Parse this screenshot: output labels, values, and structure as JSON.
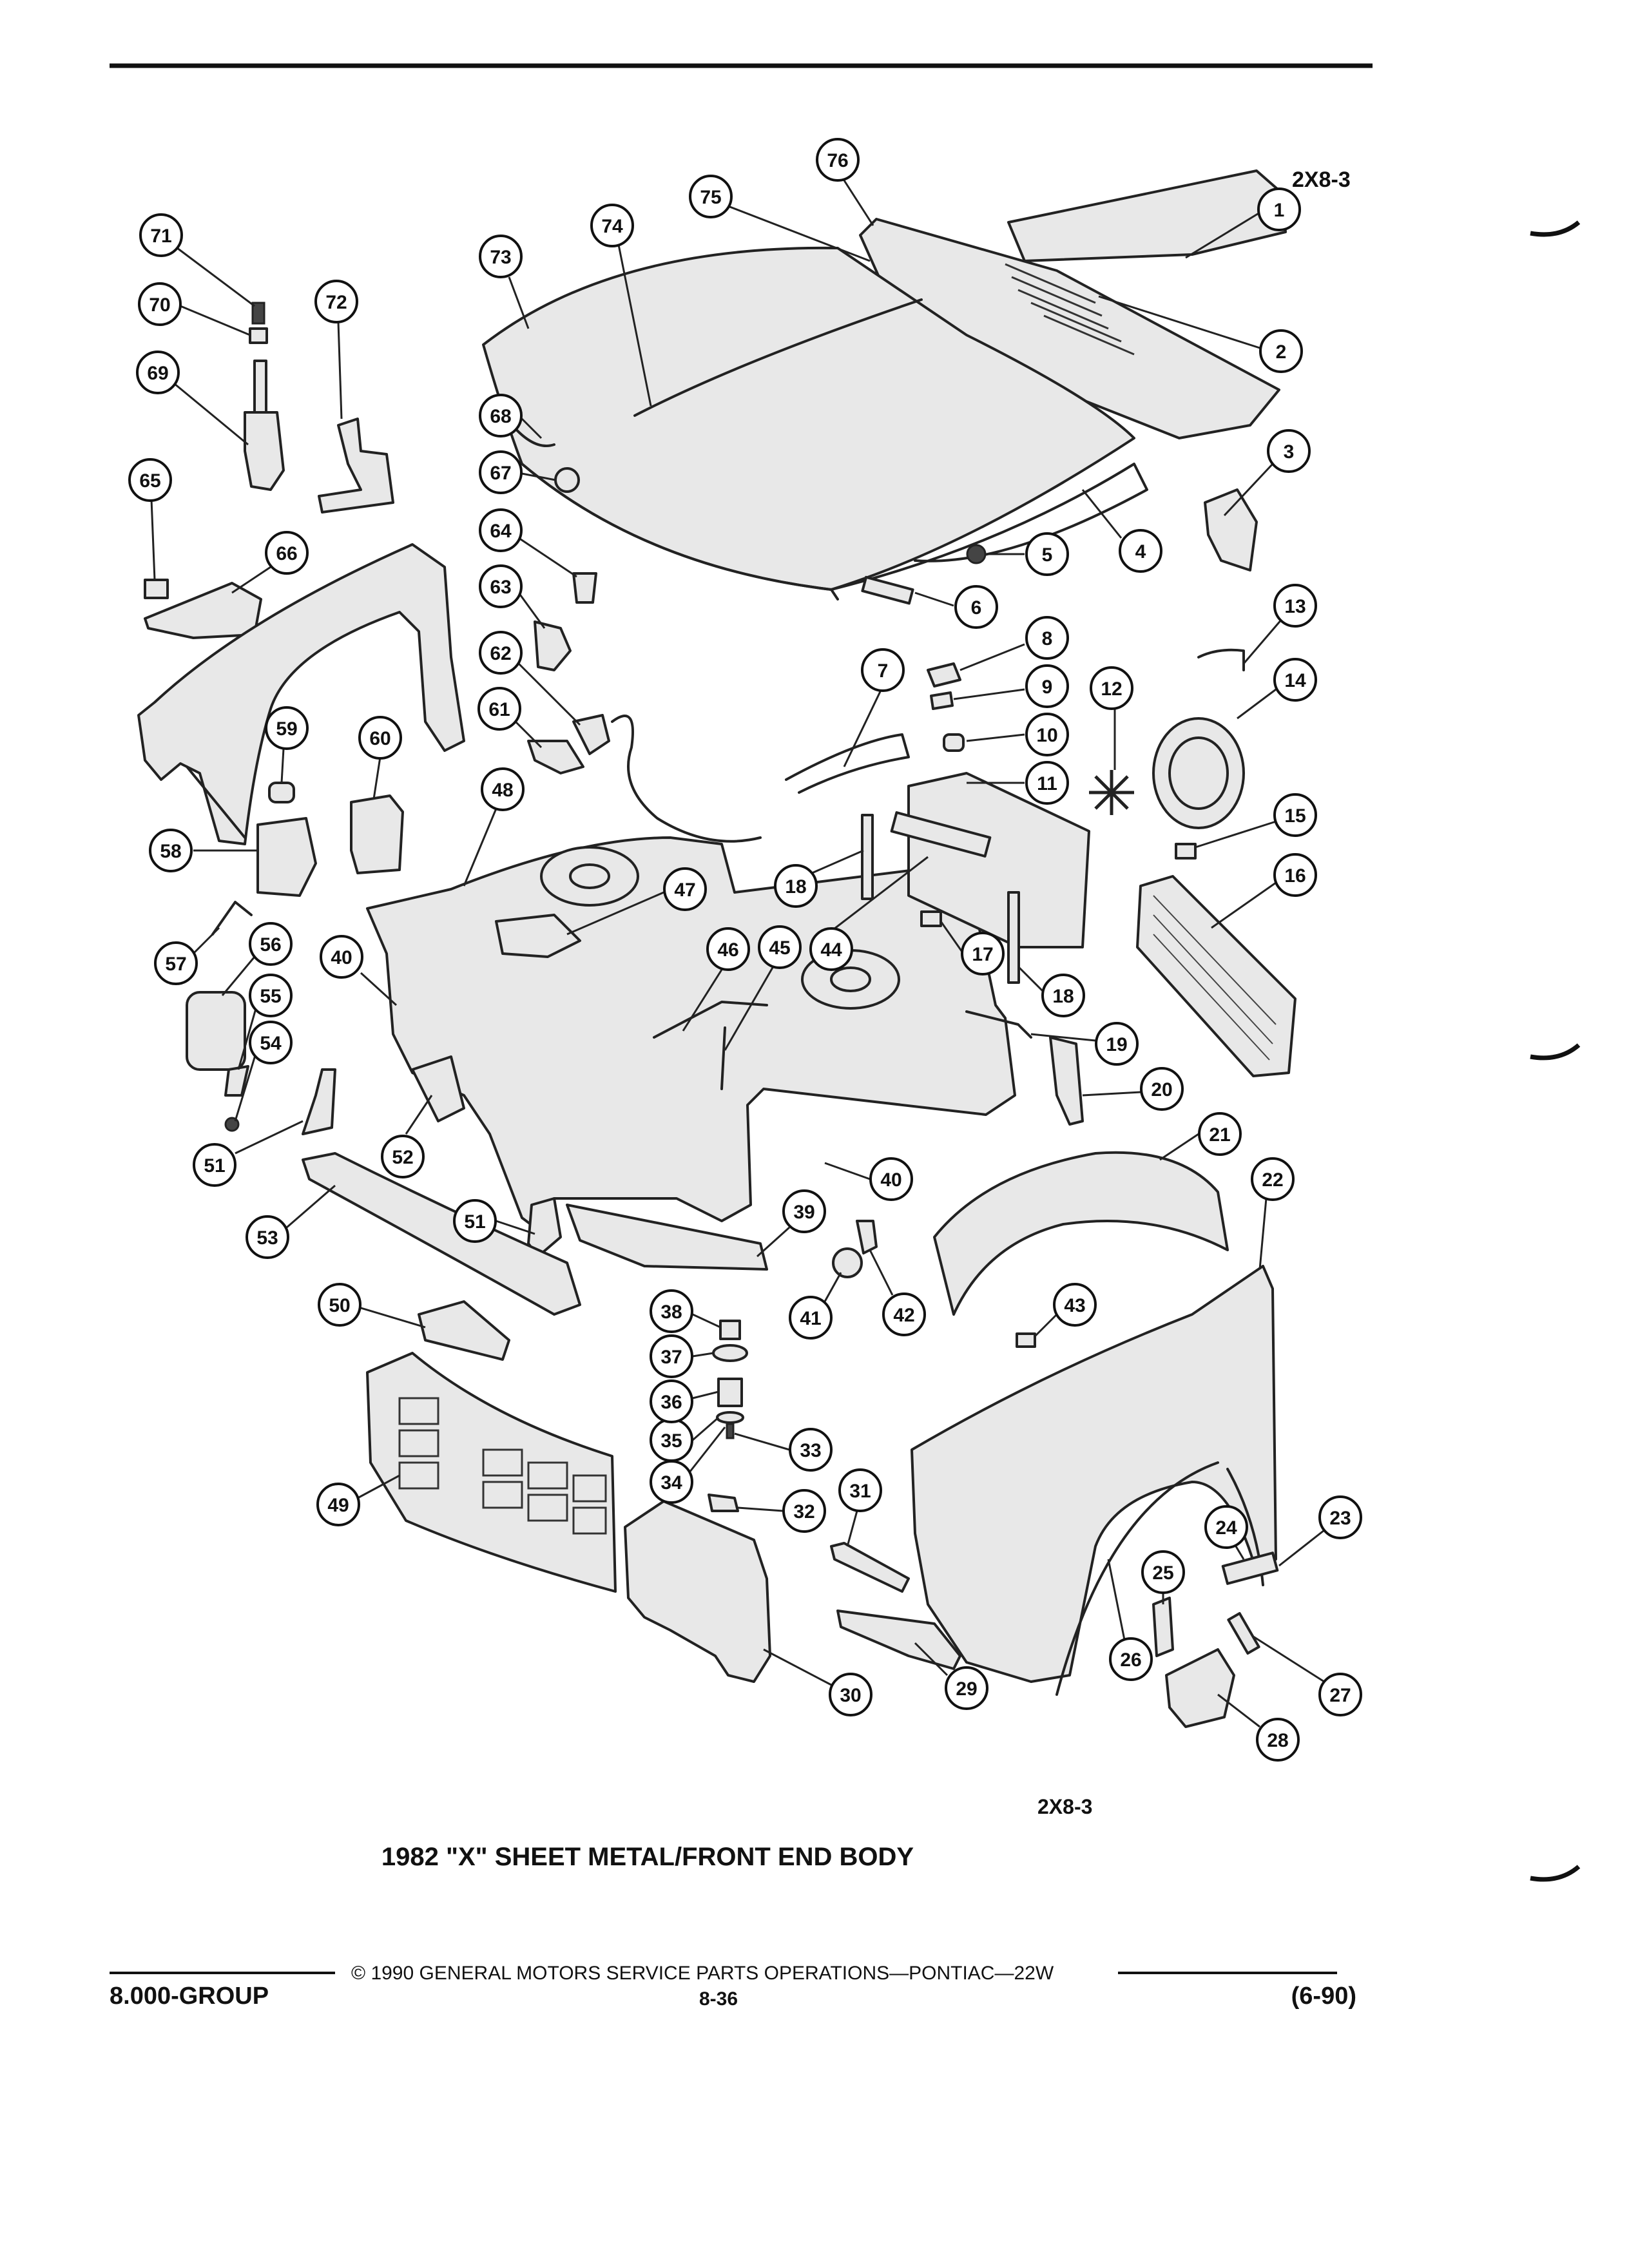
{
  "header": {
    "code_top": "2X8-3"
  },
  "diagram": {
    "code_bottom": "2X8-3",
    "title": "1982 \"X\" SHEET METAL/FRONT END BODY"
  },
  "footer": {
    "copyright": "© 1990 GENERAL MOTORS SERVICE PARTS OPERATIONS—PONTIAC—22W",
    "group": "8.000-GROUP",
    "page": "8-36",
    "revision": "(6-90)"
  },
  "callouts": [
    "1",
    "2",
    "3",
    "4",
    "5",
    "6",
    "7",
    "8",
    "9",
    "10",
    "11",
    "12",
    "13",
    "14",
    "15",
    "16",
    "17",
    "18",
    "18",
    "19",
    "20",
    "21",
    "22",
    "23",
    "24",
    "25",
    "26",
    "27",
    "28",
    "29",
    "30",
    "31",
    "32",
    "33",
    "34",
    "35",
    "36",
    "37",
    "38",
    "39",
    "40",
    "40",
    "41",
    "42",
    "43",
    "44",
    "45",
    "46",
    "47",
    "48",
    "49",
    "50",
    "51",
    "51",
    "52",
    "53",
    "54",
    "55",
    "56",
    "57",
    "58",
    "59",
    "60",
    "61",
    "62",
    "63",
    "64",
    "65",
    "66",
    "67",
    "68",
    "69",
    "70",
    "71",
    "72",
    "73",
    "74",
    "75",
    "76"
  ]
}
